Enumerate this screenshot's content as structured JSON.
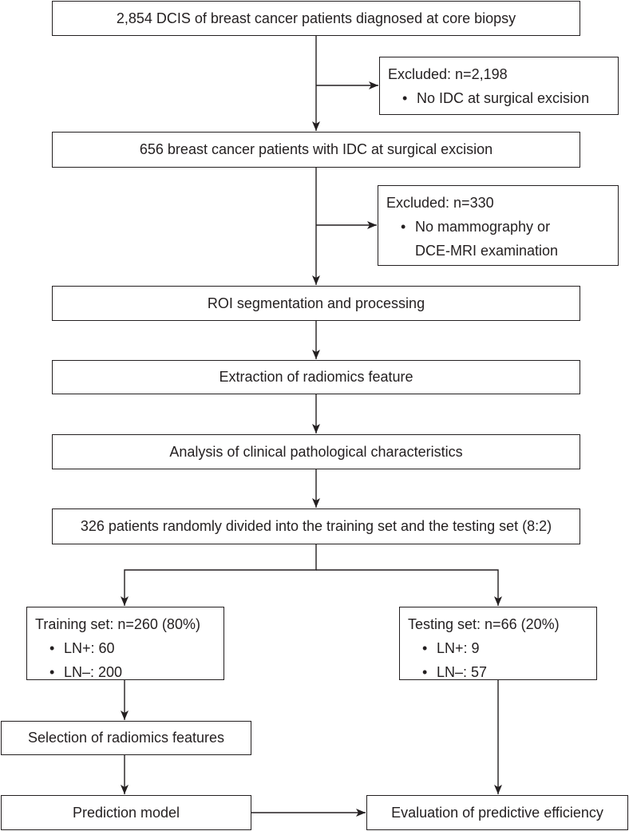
{
  "boxes": {
    "start": "2,854 DCIS of breast cancer patients diagnosed at core biopsy",
    "excluded1_title": "Excluded: n=2,198",
    "excluded1_item": "No IDC at surgical excision",
    "idc": "656 breast cancer patients with IDC at surgical excision",
    "excluded2_title": "Excluded: n=330",
    "excluded2_item_line1": "No mammography or",
    "excluded2_item_line2": "DCE-MRI examination",
    "roi": "ROI segmentation and processing",
    "extraction": "Extraction of radiomics feature",
    "analysis": "Analysis of clinical pathological characteristics",
    "split": "326 patients randomly divided into the training set and the testing set (8:2)",
    "training_title": "Training set: n=260 (80%)",
    "training_lnpos": "LN+: 60",
    "training_lnneg": "LN–: 200",
    "testing_title": "Testing set: n=66 (20%)",
    "testing_lnpos": "LN+: 9",
    "testing_lnneg": "LN–: 57",
    "selection": "Selection of radiomics features",
    "prediction": "Prediction model",
    "evaluation": "Evaluation of predictive efficiency"
  },
  "bullet": "•",
  "colors": {
    "line": "#231f20",
    "background": "#ffffff"
  }
}
